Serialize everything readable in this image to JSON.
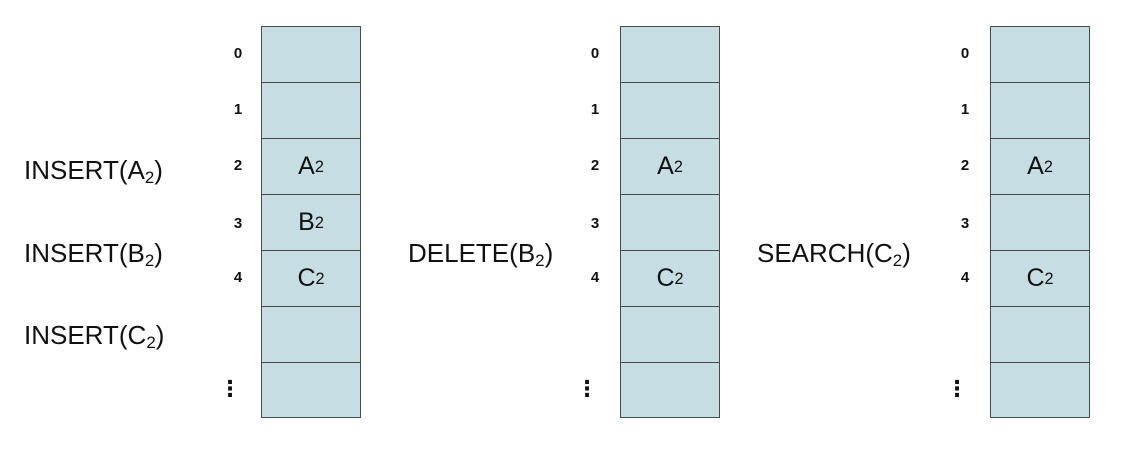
{
  "indices": [
    "0",
    "1",
    "2",
    "3",
    "4"
  ],
  "ellipsis": "⋮",
  "panel1": {
    "operations": [
      {
        "name": "INSERT(",
        "key": "A",
        "sub": "2",
        "close": ")"
      },
      {
        "name": "INSERT(",
        "key": "B",
        "sub": "2",
        "close": ")"
      },
      {
        "name": "INSERT(",
        "key": "C",
        "sub": "2",
        "close": ")"
      }
    ],
    "cells": [
      {
        "key": "",
        "sub": ""
      },
      {
        "key": "",
        "sub": ""
      },
      {
        "key": "A",
        "sub": "2"
      },
      {
        "key": "B",
        "sub": "2"
      },
      {
        "key": "C",
        "sub": "2"
      },
      {
        "key": "",
        "sub": ""
      },
      {
        "key": "",
        "sub": ""
      }
    ]
  },
  "panel2": {
    "operation": {
      "name": "DELETE(",
      "key": "B",
      "sub": "2",
      "close": ")"
    },
    "cells": [
      {
        "key": "",
        "sub": ""
      },
      {
        "key": "",
        "sub": ""
      },
      {
        "key": "A",
        "sub": "2"
      },
      {
        "key": "",
        "sub": ""
      },
      {
        "key": "C",
        "sub": "2"
      },
      {
        "key": "",
        "sub": ""
      },
      {
        "key": "",
        "sub": ""
      }
    ]
  },
  "panel3": {
    "operation": {
      "name": "SEARCH(",
      "key": "C",
      "sub": "2",
      "close": ")"
    },
    "cells": [
      {
        "key": "",
        "sub": ""
      },
      {
        "key": "",
        "sub": ""
      },
      {
        "key": "A",
        "sub": "2"
      },
      {
        "key": "",
        "sub": ""
      },
      {
        "key": "C",
        "sub": "2"
      },
      {
        "key": "",
        "sub": ""
      },
      {
        "key": "",
        "sub": ""
      }
    ]
  }
}
